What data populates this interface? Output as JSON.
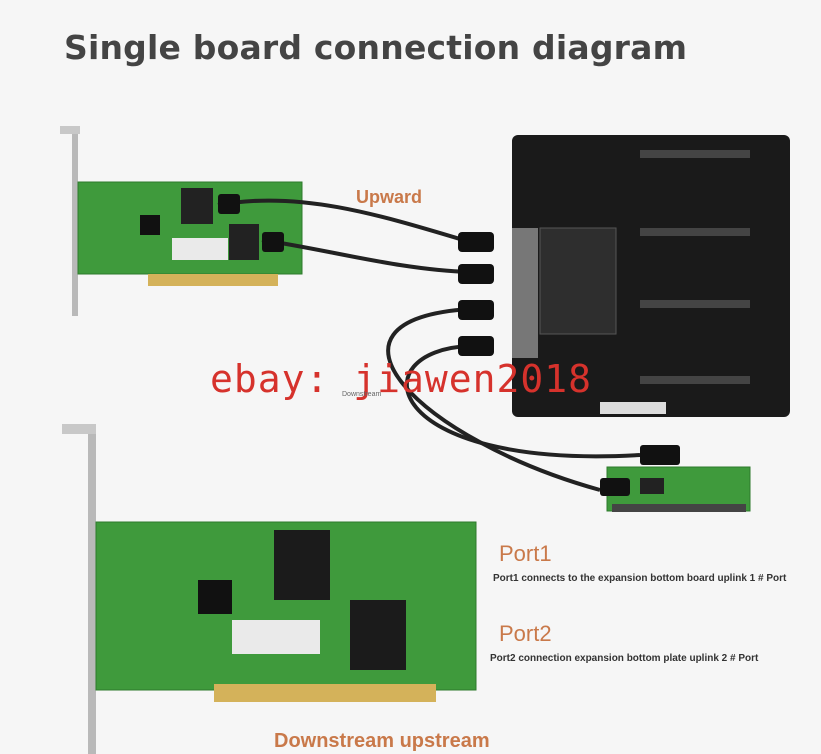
{
  "title": "Single board connection diagram",
  "labels": {
    "upward": "Upward",
    "port1": "Port1",
    "port1_desc": "Port1 connects to the expansion bottom board uplink 1 # Port",
    "port2": "Port2",
    "port2_desc": "Port2 connection expansion bottom plate uplink 2 # Port",
    "downstream_upstream": "Downstream upstream",
    "downstream_small": "Downstream"
  },
  "watermark": "ebay: jiawen2018",
  "colors": {
    "title": "#444444",
    "accent_orange": "#c9794a",
    "watermark": "#d6322c",
    "pcb_green": "#3f9a3c",
    "board_black": "#1a1a1a"
  }
}
